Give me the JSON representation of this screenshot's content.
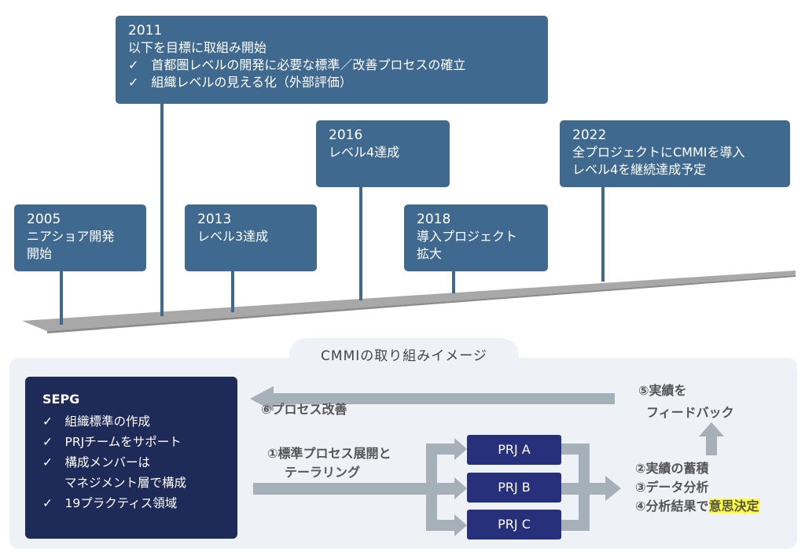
{
  "timeline": {
    "events": [
      {
        "year": "2005",
        "lines": [
          "ニアショア開発",
          "開始"
        ]
      },
      {
        "year": "2011",
        "lines": [
          "以下を目標に取組み開始",
          "✓　首都圏レベルの開発に必要な標準／改善プロセスの確立",
          "✓　組織レベルの見える化（外部評価）"
        ]
      },
      {
        "year": "2013",
        "lines": [
          "レベル3達成"
        ]
      },
      {
        "year": "2016",
        "lines": [
          "レベル4達成"
        ]
      },
      {
        "year": "2018",
        "lines": [
          "導入プロジェクト",
          "拡大"
        ]
      },
      {
        "year": "2022",
        "lines": [
          "全プロジェクトにCMMIを導入",
          "レベル4を継続達成予定"
        ]
      }
    ]
  },
  "diagram": {
    "title": "CMMIの取り組みイメージ",
    "sepg": {
      "heading": "SEPG",
      "items": [
        "✓　組織標準の作成",
        "✓　PRJチームをサポート",
        "✓　構成メンバーは",
        "マネジメント層で構成",
        "✓　19プラクティス領域"
      ]
    },
    "projects": [
      "PRJ A",
      "PRJ B",
      "PRJ C"
    ],
    "deploy_label": [
      "①標準プロセス展開と",
      "テーラリング"
    ],
    "results_label": [
      "②実績の蓄積",
      "③データ分析"
    ],
    "decision_prefix": "④分析結果で",
    "decision_highlight": "意思決定",
    "feedback_label": [
      "⑤実績を",
      "フィードバック"
    ],
    "improve_label": "⑥プロセス改善"
  },
  "colors": {
    "timeline_box": "#40698f",
    "sepg_box": "#1e2a57",
    "prj_box": "#26307b",
    "arrow": "#a5b0b8",
    "highlight": "#ffff33"
  }
}
